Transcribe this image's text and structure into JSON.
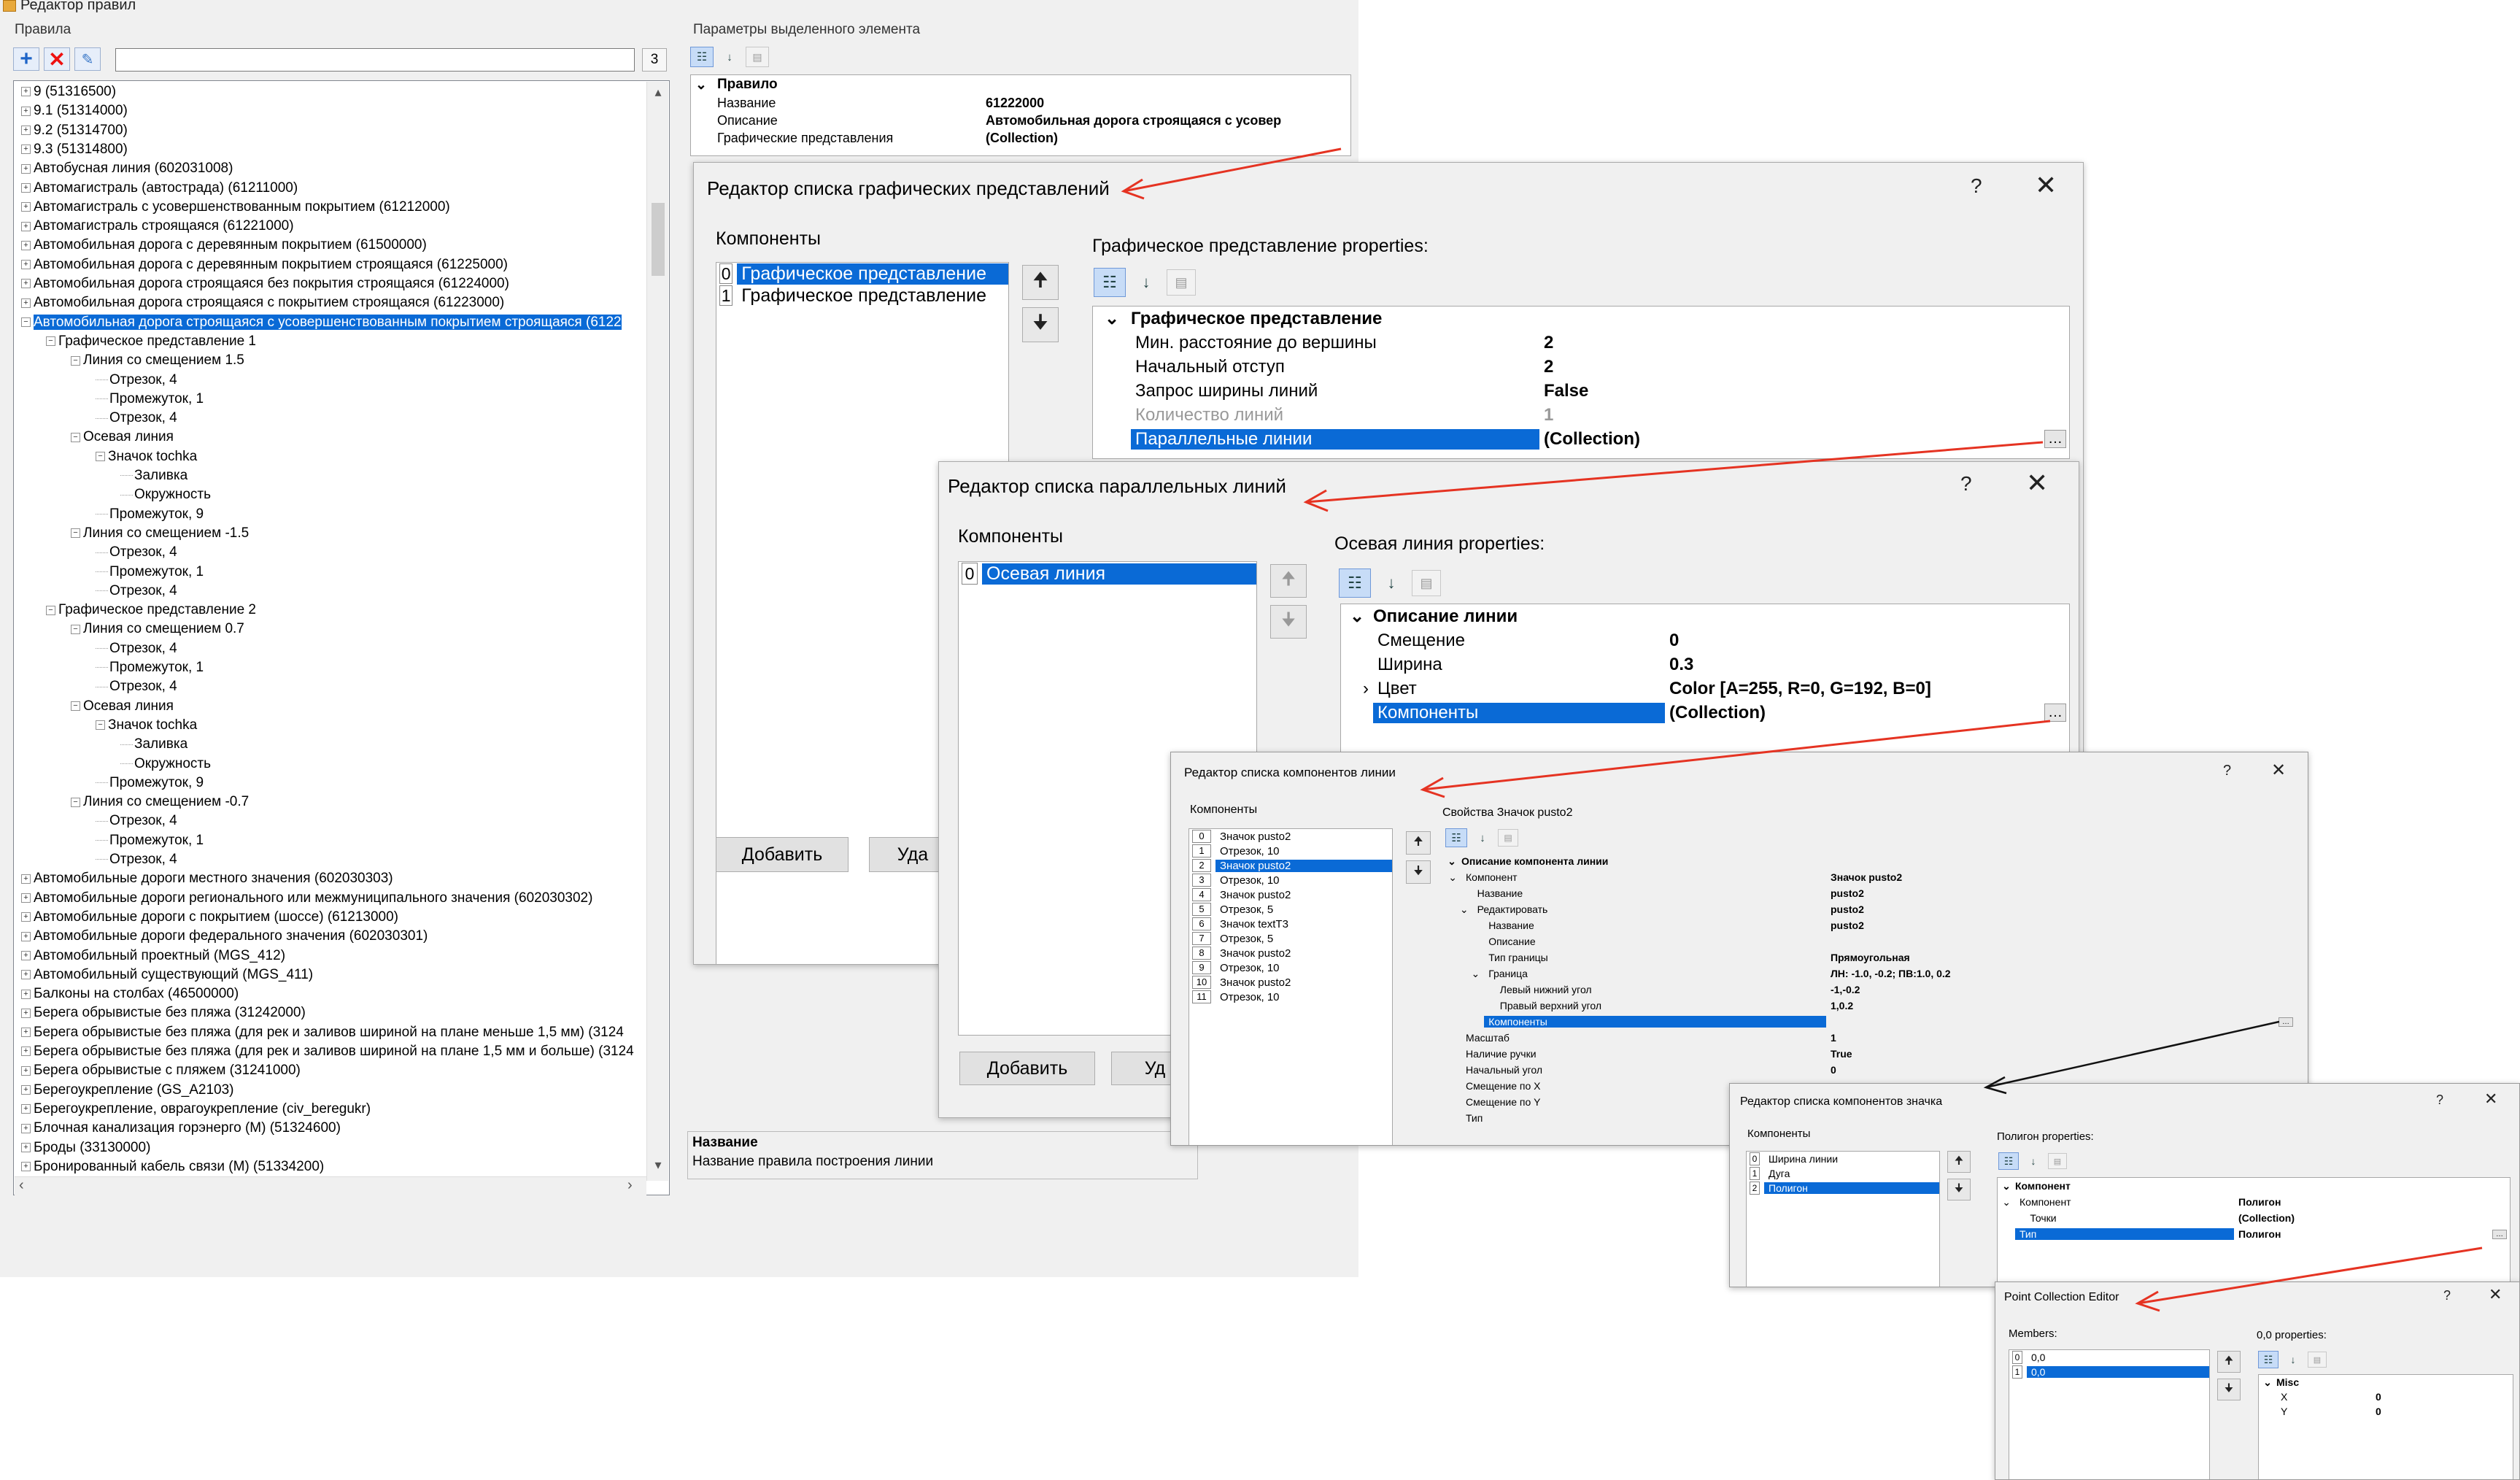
{
  "main": {
    "title": "Редактор правил",
    "rules_label": "Правила",
    "search_count": "3",
    "params_label": "Параметры выделенного элемента",
    "tree": [
      {
        "label": "9 (51316500)",
        "exp": "+"
      },
      {
        "label": "9.1 (51314000)",
        "exp": "+"
      },
      {
        "label": "9.2 (51314700)",
        "exp": "+"
      },
      {
        "label": "9.3 (51314800)",
        "exp": "+"
      },
      {
        "label": "Автобусная линия (602031008)",
        "exp": "+"
      },
      {
        "label": "Автомагистраль (автострада) (61211000)",
        "exp": "+"
      },
      {
        "label": "Автомагистраль с усовершенствованным покрытием (61212000)",
        "exp": "+"
      },
      {
        "label": "Автомагистраль строящаяся (61221000)",
        "exp": "+"
      },
      {
        "label": "Автомобильная дорога с деревянным покрытием (61500000)",
        "exp": "+"
      },
      {
        "label": "Автомобильная дорога с деревянным покрытием строящаяся (61225000)",
        "exp": "+"
      },
      {
        "label": "Автомобильная дорога строящаяся без покрытия строящаяся (61224000)",
        "exp": "+"
      },
      {
        "label": "Автомобильная дорога строящаяся с покрытием строящаяся (61223000)",
        "exp": "+"
      },
      {
        "label": "Автомобильная дорога строящаяся с усовершенствованным покрытием строящаяся (6122",
        "exp": "-",
        "sel": true
      },
      {
        "label": "Графическое представление 1",
        "exp": "-",
        "lvl": 1
      },
      {
        "label": "Линия со смещением 1.5",
        "exp": "-",
        "lvl": 2
      },
      {
        "label": "Отрезок, 4",
        "lvl": 3
      },
      {
        "label": "Промежуток, 1",
        "lvl": 3
      },
      {
        "label": "Отрезок, 4",
        "lvl": 3
      },
      {
        "label": "Осевая линия",
        "exp": "-",
        "lvl": 2
      },
      {
        "label": "Значок tochka",
        "exp": "-",
        "lvl": 3
      },
      {
        "label": "Заливка",
        "lvl": 4
      },
      {
        "label": "Окружность",
        "lvl": 4
      },
      {
        "label": "Промежуток, 9",
        "lvl": 3
      },
      {
        "label": "Линия со смещением -1.5",
        "exp": "-",
        "lvl": 2
      },
      {
        "label": "Отрезок, 4",
        "lvl": 3
      },
      {
        "label": "Промежуток, 1",
        "lvl": 3
      },
      {
        "label": "Отрезок, 4",
        "lvl": 3
      },
      {
        "label": "Графическое представление 2",
        "exp": "-",
        "lvl": 1
      },
      {
        "label": "Линия со смещением 0.7",
        "exp": "-",
        "lvl": 2
      },
      {
        "label": "Отрезок, 4",
        "lvl": 3
      },
      {
        "label": "Промежуток, 1",
        "lvl": 3
      },
      {
        "label": "Отрезок, 4",
        "lvl": 3
      },
      {
        "label": "Осевая линия",
        "exp": "-",
        "lvl": 2
      },
      {
        "label": "Значок tochka",
        "exp": "-",
        "lvl": 3
      },
      {
        "label": "Заливка",
        "lvl": 4
      },
      {
        "label": "Окружность",
        "lvl": 4
      },
      {
        "label": "Промежуток, 9",
        "lvl": 3
      },
      {
        "label": "Линия со смещением -0.7",
        "exp": "-",
        "lvl": 2
      },
      {
        "label": "Отрезок, 4",
        "lvl": 3
      },
      {
        "label": "Промежуток, 1",
        "lvl": 3
      },
      {
        "label": "Отрезок, 4",
        "lvl": 3
      },
      {
        "label": "Автомобильные дороги местного значения (602030303)",
        "exp": "+"
      },
      {
        "label": "Автомобильные дороги регионального или межмуниципального значения (602030302)",
        "exp": "+"
      },
      {
        "label": "Автомобильные дороги с покрытием (шоссе) (61213000)",
        "exp": "+"
      },
      {
        "label": "Автомобильные дороги федерального значения (602030301)",
        "exp": "+"
      },
      {
        "label": "Автомобильный проектный (MGS_412)",
        "exp": "+"
      },
      {
        "label": "Автомобильный существующий (MGS_411)",
        "exp": "+"
      },
      {
        "label": "Балконы на столбах (46500000)",
        "exp": "+"
      },
      {
        "label": "Берега обрывистые без пляжа (31242000)",
        "exp": "+"
      },
      {
        "label": "Берега обрывистые без пляжа (для рек и заливов шириной на плане меньше 1,5 мм) (3124",
        "exp": "+"
      },
      {
        "label": "Берега обрывистые без пляжа (для рек и заливов шириной на плане 1,5 мм и больше) (3124",
        "exp": "+"
      },
      {
        "label": "Берега обрывистые с пляжем (31241000)",
        "exp": "+"
      },
      {
        "label": "Берегоукрепление (GS_A2103)",
        "exp": "+"
      },
      {
        "label": "Берегоукрепление, оврагоукрепление (civ_beregukr)",
        "exp": "+"
      },
      {
        "label": "Блочная канализация горэнерго (М) (51324600)",
        "exp": "+"
      },
      {
        "label": "Броды (33130000)",
        "exp": "+"
      },
      {
        "label": "Бронированный кабель связи (М) (51334200)",
        "exp": "+"
      }
    ],
    "props": {
      "category": "Правило",
      "rows": [
        {
          "name": "Название",
          "value": "61222000"
        },
        {
          "name": "Описание",
          "value": "Автомобильная дорога строящаяся с усовер"
        },
        {
          "name": "Графические представления",
          "value": "(Collection)"
        }
      ]
    },
    "desc_title": "Название",
    "desc_text": "Название правила построения линии"
  },
  "dlg1": {
    "title": "Редактор списка графических представлений",
    "components_label": "Компоненты",
    "items": [
      {
        "idx": "0",
        "label": "Графическое представление",
        "sel": true
      },
      {
        "idx": "1",
        "label": "Графическое представление"
      }
    ],
    "props_label": "Графическое представление properties:",
    "category": "Графическое представление",
    "rows": [
      {
        "name": "Мин. расстояние до вершины",
        "value": "2"
      },
      {
        "name": "Начальный отступ",
        "value": "2"
      },
      {
        "name": "Запрос ширины линий",
        "value": "False"
      },
      {
        "name": "Количество линий",
        "value": "1",
        "dis": true
      },
      {
        "name": "Параллельные линии",
        "value": "(Collection)",
        "sel": true
      }
    ],
    "add_label": "Добавить",
    "remove_label": "Уда"
  },
  "dlg2": {
    "title": "Редактор списка параллельных линий",
    "components_label": "Компоненты",
    "items": [
      {
        "idx": "0",
        "label": "Осевая линия",
        "sel": true
      }
    ],
    "props_label": "Осевая линия properties:",
    "category": "Описание линии",
    "rows": [
      {
        "name": "Смещение",
        "value": "0"
      },
      {
        "name": "Ширина",
        "value": "0.3"
      },
      {
        "name": "Цвет",
        "value": "Color [A=255, R=0, G=192, B=0]",
        "exp": ">"
      },
      {
        "name": "Компоненты",
        "value": "(Collection)",
        "sel": true
      }
    ],
    "add_label": "Добавить",
    "remove_label": "Уд"
  },
  "dlg3": {
    "title": "Редактор списка компонентов линии",
    "components_label": "Компоненты",
    "items": [
      {
        "idx": "0",
        "label": "Значок pusto2"
      },
      {
        "idx": "1",
        "label": "Отрезок, 10"
      },
      {
        "idx": "2",
        "label": "Значок pusto2",
        "sel": true
      },
      {
        "idx": "3",
        "label": "Отрезок, 10"
      },
      {
        "idx": "4",
        "label": "Значок pusto2"
      },
      {
        "idx": "5",
        "label": "Отрезок, 5"
      },
      {
        "idx": "6",
        "label": "Значок textT3"
      },
      {
        "idx": "7",
        "label": "Отрезок, 5"
      },
      {
        "idx": "8",
        "label": "Значок pusto2"
      },
      {
        "idx": "9",
        "label": "Отрезок, 10"
      },
      {
        "idx": "10",
        "label": "Значок pusto2"
      },
      {
        "idx": "11",
        "label": "Отрезок, 10"
      }
    ],
    "props_label": "Свойства Значок pusto2",
    "category": "Описание компонента линии",
    "rows": [
      {
        "name": "Компонент",
        "value": "Значок pusto2",
        "exp": "v",
        "lvl": 0
      },
      {
        "name": "Название",
        "value": "pusto2",
        "lvl": 1
      },
      {
        "name": "Редактировать",
        "value": "pusto2",
        "exp": "v",
        "lvl": 1
      },
      {
        "name": "Название",
        "value": "pusto2",
        "lvl": 2
      },
      {
        "name": "Описание",
        "value": "",
        "lvl": 2
      },
      {
        "name": "Тип границы",
        "value": "Прямоугольная",
        "lvl": 2
      },
      {
        "name": "Граница",
        "value": "ЛН: -1.0, -0.2; ПВ:1.0, 0.2",
        "exp": "v",
        "lvl": 2
      },
      {
        "name": "Левый нижний угол",
        "value": "-1,-0.2",
        "lvl": 3
      },
      {
        "name": "Правый верхний угол",
        "value": "1,0.2",
        "lvl": 3
      },
      {
        "name": "Компоненты",
        "value": "",
        "sel": true,
        "lvl": 2
      },
      {
        "name": "Масштаб",
        "value": "1",
        "lvl": 0
      },
      {
        "name": "Наличие ручки",
        "value": "True",
        "lvl": 0
      },
      {
        "name": "Начальный угол",
        "value": "0",
        "lvl": 0
      },
      {
        "name": "Смещение по X",
        "value": "",
        "lvl": 0
      },
      {
        "name": "Смещение по Y",
        "value": "",
        "lvl": 0
      },
      {
        "name": "Тип",
        "value": "",
        "lvl": -1
      }
    ]
  },
  "dlg4": {
    "title": "Редактор списка компонентов значка",
    "components_label": "Компоненты",
    "items": [
      {
        "idx": "0",
        "label": "Ширина линии"
      },
      {
        "idx": "1",
        "label": "Дуга"
      },
      {
        "idx": "2",
        "label": "Полигон",
        "sel": true
      }
    ],
    "props_label": "Полигон properties:",
    "category": "Компонент",
    "rows": [
      {
        "name": "Компонент",
        "value": "Полигон",
        "exp": "v"
      },
      {
        "name": "Точки",
        "value": "(Collection)",
        "lvl": 1
      },
      {
        "name": "Тип",
        "value": "Полигон",
        "sel": true
      }
    ]
  },
  "dlg5": {
    "title": "Point Collection Editor",
    "members_label": "Members:",
    "items": [
      {
        "idx": "0",
        "label": "0,0"
      },
      {
        "idx": "1",
        "label": "0,0",
        "sel": true
      }
    ],
    "props_label": "0,0 properties:",
    "category": "Misc",
    "rows": [
      {
        "name": "X",
        "value": "0"
      },
      {
        "name": "Y",
        "value": "0"
      }
    ]
  },
  "icons": {
    "add": "plus-icon",
    "delete": "delete-icon",
    "help": "question-icon",
    "close": "close-icon"
  },
  "colors": {
    "selection": "#0a6ad6",
    "arrow": "#e53322",
    "dialog_bg": "#f0f0f0"
  }
}
